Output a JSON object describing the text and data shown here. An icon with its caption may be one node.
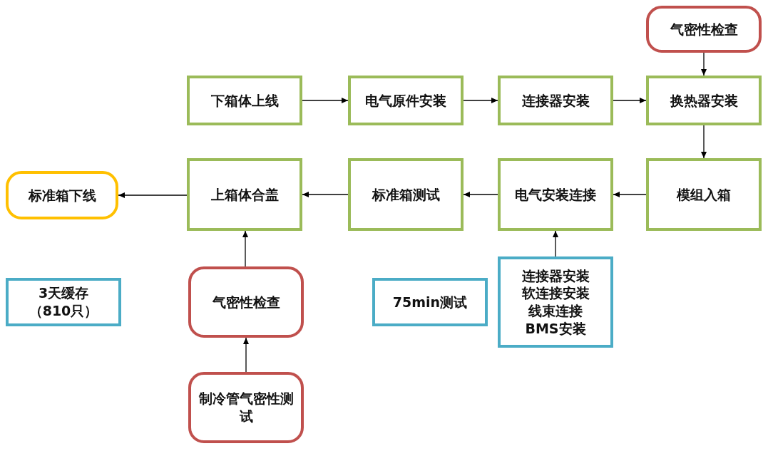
{
  "diagram": {
    "nodes": [
      {
        "text": [
          "气密性检查"
        ]
      },
      {
        "text": [
          "下箱体上线"
        ]
      },
      {
        "text": [
          "电气原件安装"
        ]
      },
      {
        "text": [
          "连接器安装"
        ]
      },
      {
        "text": [
          "换热器安装"
        ]
      },
      {
        "text": [
          "标准箱下线"
        ]
      },
      {
        "text": [
          "上箱体合盖"
        ]
      },
      {
        "text": [
          "标准箱测试"
        ]
      },
      {
        "text": [
          "电气安装连接"
        ]
      },
      {
        "text": [
          "模组入箱"
        ]
      },
      {
        "text": [
          "3天缓存",
          "（810只）"
        ]
      },
      {
        "text": [
          "气密性检查"
        ]
      },
      {
        "text": [
          "75min测试"
        ]
      },
      {
        "text": [
          "连接器安装",
          "软连接安装",
          "线束连接",
          "BMS安装"
        ]
      },
      {
        "text": [
          "制冷管气密性测试"
        ]
      }
    ],
    "edges": [
      {
        "from": 0,
        "to": 4,
        "arrow": "to"
      },
      {
        "from": 1,
        "to": 2,
        "arrow": "to"
      },
      {
        "from": 2,
        "to": 3,
        "arrow": "to"
      },
      {
        "from": 3,
        "to": 4,
        "arrow": "to"
      },
      {
        "from": 4,
        "to": 9,
        "arrow": "to"
      },
      {
        "from": 9,
        "to": 8,
        "arrow": "to"
      },
      {
        "from": 8,
        "to": 7,
        "arrow": "to"
      },
      {
        "from": 7,
        "to": 6,
        "arrow": "to"
      },
      {
        "from": 6,
        "to": 5,
        "arrow": "to"
      },
      {
        "from": 11,
        "to": 6,
        "arrow": "to"
      },
      {
        "from": 14,
        "to": 11,
        "arrow": "to"
      },
      {
        "from": 13,
        "to": 8,
        "arrow": "to"
      }
    ]
  }
}
